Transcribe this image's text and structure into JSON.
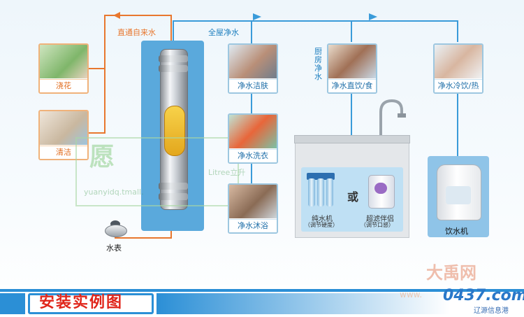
{
  "labels": {
    "direct_tap": "直通自来水",
    "whole_house": "全屋净水",
    "kitchen": "厨房净水",
    "or": "或",
    "meter": "水表"
  },
  "cards_left": [
    {
      "caption": "浇花"
    },
    {
      "caption": "清洁"
    }
  ],
  "cards_middle": [
    {
      "caption": "净水洁肤"
    },
    {
      "caption": "净水洗衣"
    },
    {
      "caption": "净水沐浴"
    }
  ],
  "cards_right": [
    {
      "caption": "净水直饮/食用"
    },
    {
      "caption": "净水冷饮/热饮"
    }
  ],
  "devices": {
    "ro_name": "纯水机",
    "ro_note": "（调节硬度）",
    "ultra_name": "超滤伴侣",
    "ultra_note": "（调节口感）",
    "dispenser": "饮水机"
  },
  "footer": {
    "title": "安装实例图"
  },
  "watermarks": {
    "brand_cn": "愿",
    "brand_mid": "Litree立升",
    "store": "yuanyidq.tmall.",
    "corner_cn": "大禹网",
    "corner_logo": "0437.com",
    "corner_www": "www.",
    "corner_sub": "辽源信息港"
  },
  "colors": {
    "orange": "#e8772e",
    "blue": "#1e7fbf",
    "title_red": "#e0261b",
    "bar_blue": "#2b8fd6"
  }
}
